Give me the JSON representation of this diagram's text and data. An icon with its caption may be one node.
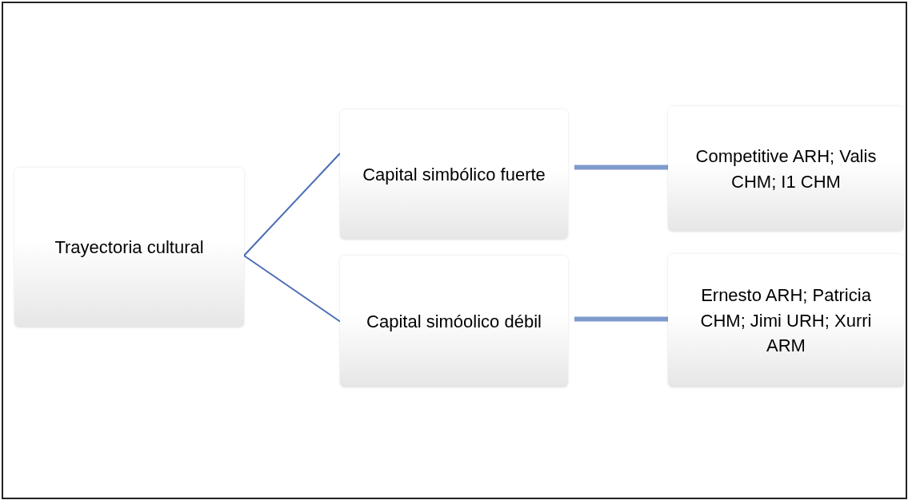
{
  "diagram": {
    "nodes": [
      {
        "text": [
          "Trayectoria cultural"
        ]
      },
      {
        "text": [
          "Capital simbólico fuerte"
        ]
      },
      {
        "text": [
          "Capital simóolico débil"
        ]
      },
      {
        "text": [
          "Competitive ARH; Valis CHM; I1 CHM"
        ]
      },
      {
        "text": [
          "Ernesto ARH; Patricia CHM;  Jimi URH; Xurri ARM"
        ]
      }
    ],
    "edges": [
      {
        "from": 0,
        "to": 1,
        "arrow": "none"
      },
      {
        "from": 0,
        "to": 2,
        "arrow": "none"
      },
      {
        "from": 1,
        "to": 3,
        "arrow": "none",
        "style": "thick",
        "color": "#7f9bcd"
      },
      {
        "from": 2,
        "to": 4,
        "arrow": "none",
        "style": "thick",
        "color": "#7f9bcd"
      }
    ]
  }
}
